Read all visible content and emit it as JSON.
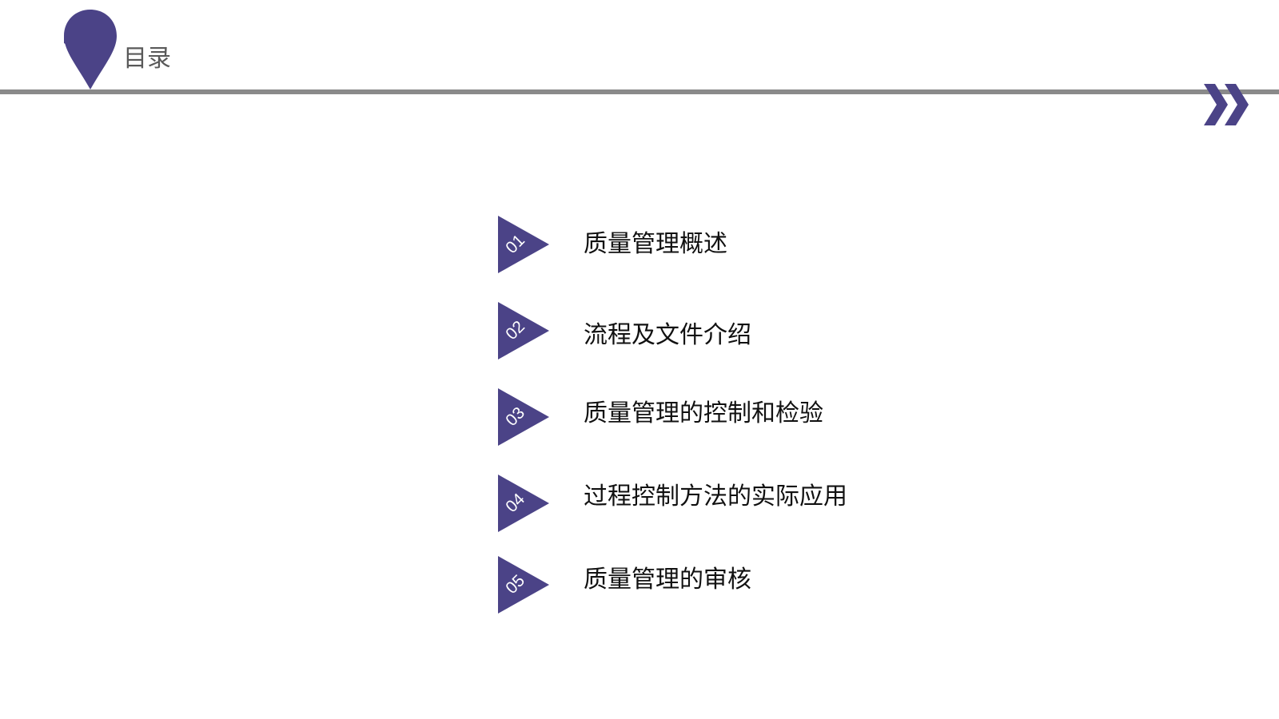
{
  "header": {
    "title": "目录",
    "icon": "map-pin-icon",
    "nav_icon": "double-chevron-right-icon"
  },
  "colors": {
    "accent": "#4b4387",
    "rule": "#8a8a8a",
    "title_text": "#595959",
    "item_text": "#111111"
  },
  "toc": {
    "items": [
      {
        "number": "01",
        "label": "质量管理概述"
      },
      {
        "number": "02",
        "label": "流程及文件介绍"
      },
      {
        "number": "03",
        "label": "质量管理的控制和检验"
      },
      {
        "number": "04",
        "label": "过程控制方法的实际应用"
      },
      {
        "number": "05",
        "label": "质量管理的审核"
      }
    ]
  }
}
